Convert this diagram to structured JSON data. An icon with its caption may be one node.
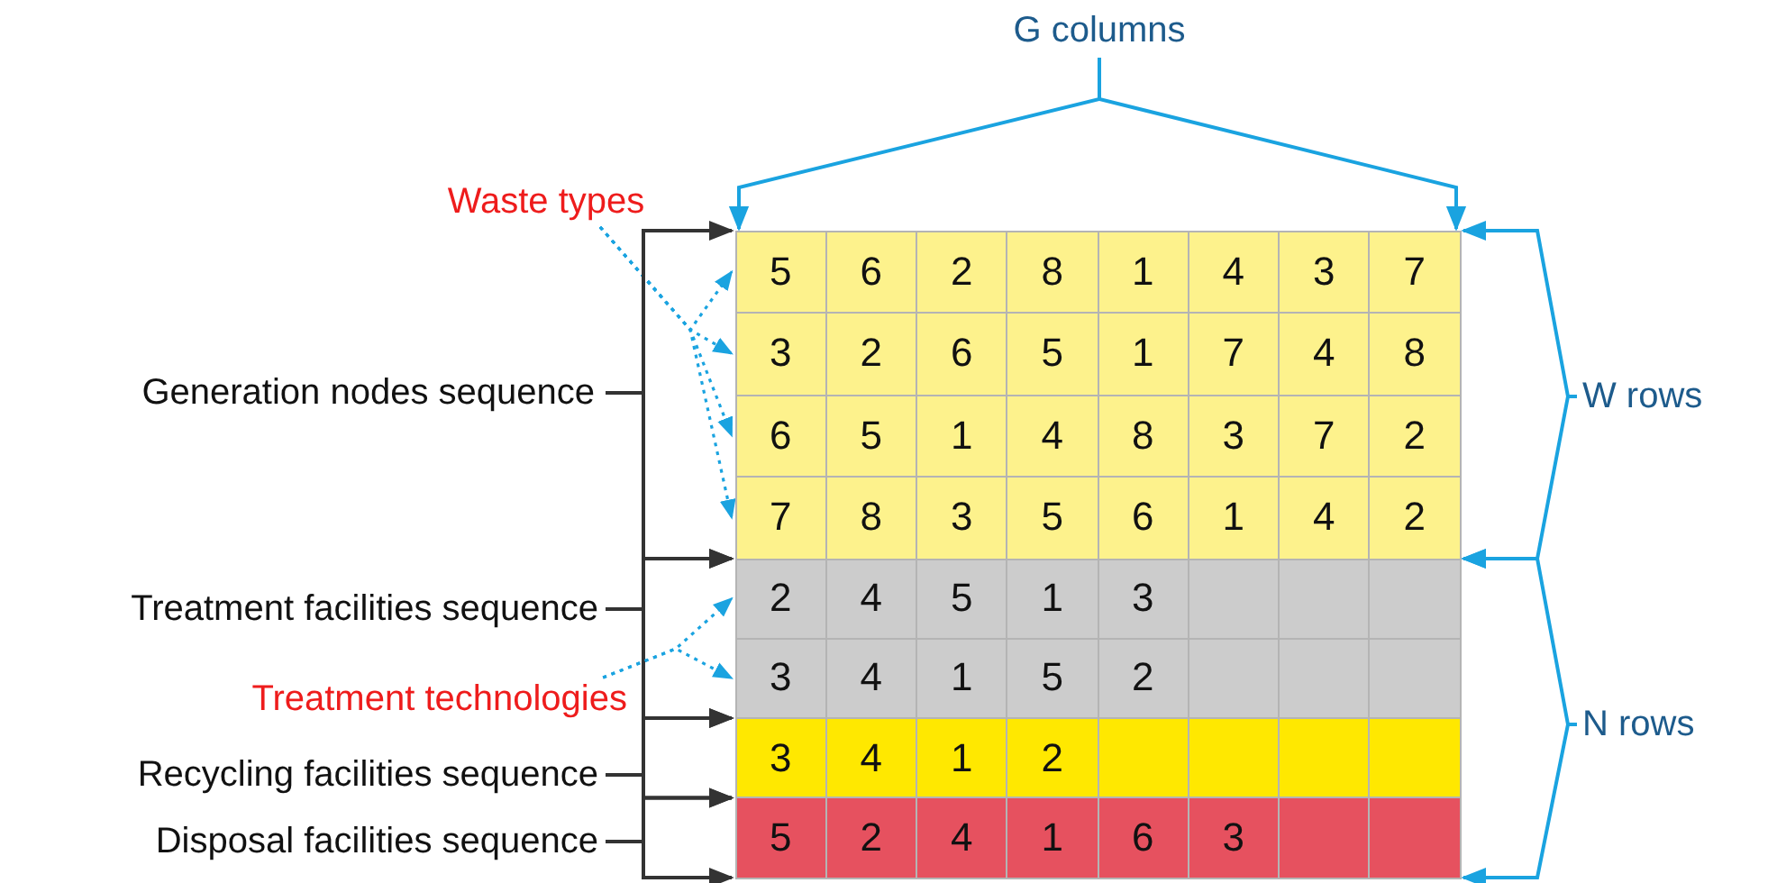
{
  "diagram": {
    "nodes": [
      {
        "text": [
          "G columns"
        ]
      },
      {
        "text": [
          "Waste types"
        ]
      },
      {
        "text": [
          "Generation nodes sequence"
        ]
      },
      {
        "text": [
          "W rows"
        ]
      },
      {
        "text": [
          "Treatment facilities sequence"
        ]
      },
      {
        "text": [
          "Treatment technologies"
        ]
      },
      {
        "text": [
          "Recycling facilities sequence"
        ]
      },
      {
        "text": [
          "Disposal facilities sequence"
        ]
      },
      {
        "text": [
          "N rows"
        ]
      },
      {
        "text": [
          "5",
          "6",
          "2",
          "8",
          "1",
          "4",
          "3",
          "7"
        ]
      },
      {
        "text": [
          "3",
          "2",
          "6",
          "5",
          "1",
          "7",
          "4",
          "8"
        ]
      },
      {
        "text": [
          "6",
          "5",
          "1",
          "4",
          "8",
          "3",
          "7",
          "2"
        ]
      },
      {
        "text": [
          "7",
          "8",
          "3",
          "5",
          "6",
          "1",
          "4",
          "2"
        ]
      },
      {
        "text": [
          "2",
          "4",
          "5",
          "1",
          "3"
        ]
      },
      {
        "text": [
          "3",
          "4",
          "1",
          "5",
          "2"
        ]
      },
      {
        "text": [
          "3",
          "4",
          "1",
          "2"
        ]
      },
      {
        "text": [
          "5",
          "2",
          "4",
          "1",
          "6",
          "3"
        ]
      }
    ],
    "edges": [
      {
        "from": 0,
        "to": 9,
        "arrow": "to",
        "color": "#1aa3e0"
      },
      {
        "from": 0,
        "to": 9,
        "arrow": "to",
        "color": "#1aa3e0"
      },
      {
        "from": 1,
        "to": 9,
        "arrow": "to",
        "style": "dashed",
        "color": "#1aa3e0"
      },
      {
        "from": 1,
        "to": 10,
        "arrow": "to",
        "style": "dashed",
        "color": "#1aa3e0"
      },
      {
        "from": 1,
        "to": 11,
        "arrow": "to",
        "style": "dashed",
        "color": "#1aa3e0"
      },
      {
        "from": 1,
        "to": 12,
        "arrow": "to",
        "style": "dashed",
        "color": "#1aa3e0"
      },
      {
        "from": 2,
        "to": 9,
        "arrow": "to",
        "color": "#333333"
      },
      {
        "from": 2,
        "to": 12,
        "arrow": "to",
        "color": "#333333"
      },
      {
        "from": 3,
        "to": 9,
        "arrow": "to",
        "color": "#1aa3e0"
      },
      {
        "from": 3,
        "to": 12,
        "arrow": "to",
        "color": "#1aa3e0"
      },
      {
        "from": 4,
        "to": 13,
        "arrow": "to",
        "color": "#333333"
      },
      {
        "from": 4,
        "to": 14,
        "arrow": "to",
        "color": "#333333"
      },
      {
        "from": 5,
        "to": 13,
        "arrow": "to",
        "style": "dashed",
        "color": "#1aa3e0"
      },
      {
        "from": 5,
        "to": 14,
        "arrow": "to",
        "style": "dashed",
        "color": "#1aa3e0"
      },
      {
        "from": 6,
        "to": 15,
        "arrow": "to",
        "color": "#333333"
      },
      {
        "from": 6,
        "to": 15,
        "arrow": "to",
        "color": "#333333"
      },
      {
        "from": 7,
        "to": 16,
        "arrow": "to",
        "color": "#333333"
      },
      {
        "from": 7,
        "to": 16,
        "arrow": "to",
        "color": "#333333"
      },
      {
        "from": 8,
        "to": 13,
        "arrow": "to",
        "color": "#1aa3e0"
      },
      {
        "from": 8,
        "to": 16,
        "arrow": "to",
        "color": "#1aa3e0"
      }
    ]
  }
}
